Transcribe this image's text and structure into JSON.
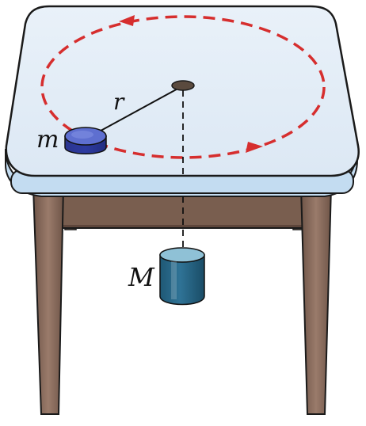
{
  "labels": {
    "small_mass": "m",
    "radius": "r",
    "hanging_mass": "M"
  },
  "colors": {
    "tabletop_top": "#e9f1f9",
    "tabletop_bottom": "#dce8f4",
    "tabletop_edge": "#c3dcf1",
    "outline": "#1a1a1a",
    "wood_light": "#9a7b6b",
    "wood_dark": "#6f5548",
    "wood_shadow": "#5e463b",
    "circular_path": "#d62e2e",
    "puck_top": "#5e6fd0",
    "puck_side": "#2d3aa0",
    "cylinder_body": "#2f7396",
    "cylinder_top": "#8fc1d6",
    "hole": "#5a4a3e"
  },
  "icons": {
    "puck": "hockey-puck-icon",
    "weight": "cylinder-weight-icon",
    "hole": "hole-icon"
  }
}
